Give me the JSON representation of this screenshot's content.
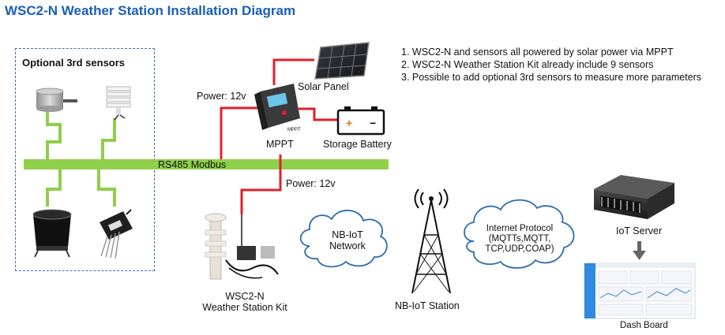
{
  "title": "WSC2-N Weather Station Installation Diagram",
  "notes": [
    "1. WSC2-N and sensors all powered by solar power via MPPT",
    "2. WSC2-N Weather Station Kit already include 9 sensors",
    "3. Possible to add optional 3rd sensors to measure more parameters"
  ],
  "optional_box": {
    "title": "Optional 3rd sensors"
  },
  "labels": {
    "solar_panel": "Solar Panel",
    "mppt": "MPPT",
    "mppt_device_text": "MPPT",
    "storage_battery": "Storage Battery",
    "power_top": "Power: 12v",
    "power_mid": "Power: 12v",
    "rs485": "RS485 Modbus",
    "kit_line1": "WSC2-N",
    "kit_line2": "Weather Station Kit",
    "nbiot_network_line1": "NB-IoT",
    "nbiot_network_line2": "Network",
    "nbiot_station": "NB-IoT Station",
    "internet_line1": "Internet Protocol",
    "internet_line2": "(MQTTs,MQTT,",
    "internet_line3": "TCP,UDP,COAP)",
    "iot_server": "IoT Server",
    "dash_board": "Dash Board"
  },
  "colors": {
    "title": "#1a5fb4",
    "box_border": "#3b6fb6",
    "bus_green": "#8fcf4a",
    "power_red": "#e0202a",
    "cloud_border": "#2b6cb0",
    "arrow": "#666666"
  }
}
